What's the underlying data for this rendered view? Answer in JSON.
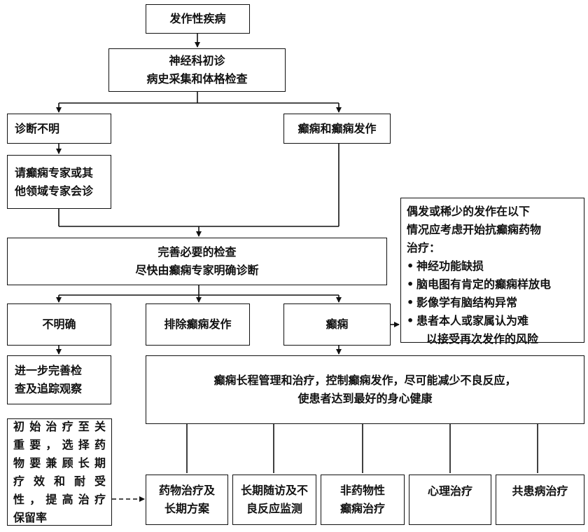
{
  "nodes": {
    "onset": "发作性疾病",
    "neuro_1": "神经科初诊",
    "neuro_2": "病史采集和体格检查",
    "unclear_dx": "诊断不明",
    "epi_and_seizure": "癫痫和癫痫发作",
    "consult_1": "请癫痫专家或其",
    "consult_2": "他领域专家会诊",
    "complete_1": "完善必要的检查",
    "complete_2": "尽快由癫痫专家明确诊断",
    "not_clear": "不明确",
    "exclude": "排除癫痫发作",
    "epilepsy": "癫痫",
    "followup_1": "进一步完善检",
    "followup_2": "查及追踪观察",
    "longterm_1": "癫痫长程管理和治疗，控制癫痫发作，尽可能减少不良反应，",
    "longterm_2": "使患者达到最好的身心健康",
    "drug_1": "药物治疗及",
    "drug_2": "长期方案",
    "visit_1": "长期随访及不",
    "visit_2": "良反应监测",
    "nondrug_1": "非药物性",
    "nondrug_2": "癫痫治疗",
    "psych": "心理治疗",
    "comorb": "共患病治疗"
  },
  "side_note": {
    "line1": "偶发或稀少的发作在以下",
    "line2": "情况应考虑开始抗癫痫药物",
    "line3": "治疗：",
    "bullet": "•",
    "b1": "神经功能缺损",
    "b2": "脑电图有肯定的癫痫样放电",
    "b3": "影像学有脑结构异常",
    "b4a": "患者本人或家属认为难",
    "b4b": "以接受再次发作的风险"
  },
  "init_note": {
    "l1": "初始治疗至关",
    "l2": "重要，选择药",
    "l3": "物要兼顾长期",
    "l4": "疗效和耐受",
    "l5": "性，提高治疗",
    "l6": "保留率"
  }
}
